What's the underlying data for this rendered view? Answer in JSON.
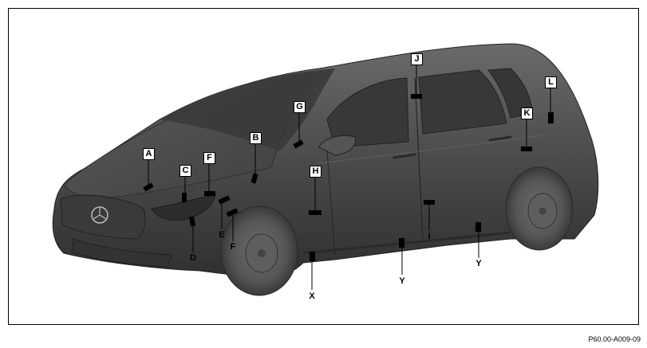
{
  "figure": {
    "code": "P60.00-A009-09",
    "colors": {
      "body": "#4a4a4a",
      "body_dark": "#2e2e2e",
      "body_light": "#7a7a7a",
      "window": "#3c3c3c",
      "tire": "#5a5a5a",
      "marker": "#000000"
    }
  },
  "callouts": [
    {
      "id": "A",
      "label": "A"
    },
    {
      "id": "B",
      "label": "B"
    },
    {
      "id": "C",
      "label": "C"
    },
    {
      "id": "D",
      "label": "D"
    },
    {
      "id": "E",
      "label": "E"
    },
    {
      "id": "F1",
      "label": "F"
    },
    {
      "id": "F2",
      "label": "F"
    },
    {
      "id": "G",
      "label": "G"
    },
    {
      "id": "H",
      "label": "H"
    },
    {
      "id": "I",
      "label": "I"
    },
    {
      "id": "J",
      "label": "J"
    },
    {
      "id": "K",
      "label": "K"
    },
    {
      "id": "L",
      "label": "L"
    },
    {
      "id": "X",
      "label": "X"
    },
    {
      "id": "Y1",
      "label": "Y"
    },
    {
      "id": "Y2",
      "label": "Y"
    }
  ]
}
